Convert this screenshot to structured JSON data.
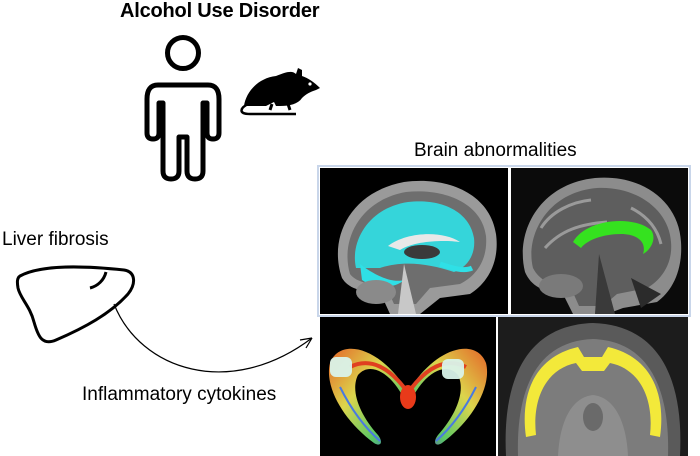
{
  "title": "Alcohol Use Disorder",
  "brain_heading": "Brain abnormalities",
  "liver_heading": "Liver fibrosis",
  "pathway_label": "Inflammatory cytokines",
  "icons": {
    "human": "human-outline-icon",
    "rodent": "rat-silhouette-icon",
    "liver": "liver-outline-icon"
  },
  "colors": {
    "cyan_overlay": "#2fe0e6",
    "green_overlay": "#35e21f",
    "yellow_overlay": "#f3e93a"
  }
}
